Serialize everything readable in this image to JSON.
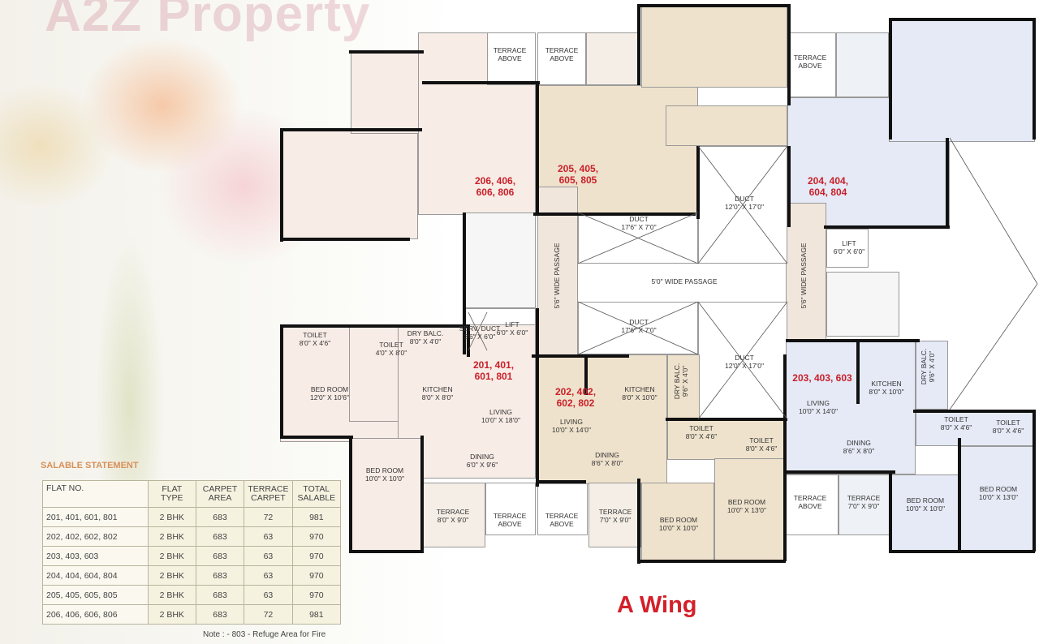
{
  "watermark": "A2Z Property",
  "wing_title": "A Wing",
  "colors": {
    "flat_206_201": "#f8ece6",
    "flat_205_202": "#efe2cc",
    "flat_204_203": "#e5eaf6",
    "unit_number": "#c8202a",
    "title": "#d4202a"
  },
  "labels": [
    {
      "l1": "TERRACE",
      "l2": "ABOVE"
    },
    {
      "l1": "TERRACE",
      "l2": "ABOVE"
    },
    {
      "l1": "TERRACE",
      "l2": "ABOVE"
    },
    {
      "l1": "206, 406,\n606, 806"
    },
    {
      "l1": "205, 405,\n605, 805"
    },
    {
      "l1": "204, 404,\n604, 804"
    },
    {
      "l1": "DUCT",
      "l2": "12'0\" X 17'0\""
    },
    {
      "l1": "DUCT",
      "l2": "17'6\" X 7'0\""
    },
    {
      "l1": "LIFT",
      "l2": "6'0\" X 6'0\""
    },
    {
      "l1": "5'0\" WIDE PASSAGE"
    },
    {
      "l1": "5'6\" WIDE PASSAGE"
    },
    {
      "l1": "5'6\" WIDE PASSAGE"
    },
    {
      "l1": "DUCT",
      "l2": "17'6\" X 7'0\""
    },
    {
      "l1": "DUCT",
      "l2": "12'0\" X 17'0\""
    },
    {
      "l1": "SERV. DUCT",
      "l2": "3'6\" X 6'0\""
    },
    {
      "l1": "LIFT",
      "l2": "6'0\" X 6'0\""
    },
    {
      "l1": "TOILET",
      "l2": "8'0\" X 4'6\""
    },
    {
      "l1": "TOILET",
      "l2": "4'0\" X 8'0\""
    },
    {
      "l1": "DRY BALC.",
      "l2": "8'0\" X 4'0\""
    },
    {
      "l1": "BED ROOM",
      "l2": "12'0\" X 10'6\""
    },
    {
      "l1": "KITCHEN",
      "l2": "8'0\" X 8'0\""
    },
    {
      "l1": "201, 401,\n601, 801"
    },
    {
      "l1": "LIVING",
      "l2": "10'0\" X 18'0\""
    },
    {
      "l1": "DINING",
      "l2": "6'0\" X 9'6\""
    },
    {
      "l1": "BED ROOM",
      "l2": "10'0\" X 10'0\""
    },
    {
      "l1": "TERRACE",
      "l2": "8'0\" X 9'0\""
    },
    {
      "l1": "TERRACE",
      "l2": "ABOVE"
    },
    {
      "l1": "TERRACE",
      "l2": "ABOVE"
    },
    {
      "l1": "202, 402,\n602, 802"
    },
    {
      "l1": "LIVING",
      "l2": "10'0\" X 14'0\""
    },
    {
      "l1": "KITCHEN",
      "l2": "8'0\" X 10'0\""
    },
    {
      "l1": "DRY BALC.",
      "l2": "9'6\" X 4'0\""
    },
    {
      "l1": "TOILET",
      "l2": "8'0\" X 4'6\""
    },
    {
      "l1": "TOILET",
      "l2": "8'0\" X 4'6\""
    },
    {
      "l1": "DINING",
      "l2": "8'6\" X 8'0\""
    },
    {
      "l1": "TERRACE",
      "l2": "7'0\" X 9'0\""
    },
    {
      "l1": "BED ROOM",
      "l2": "10'0\" X 10'0\""
    },
    {
      "l1": "BED ROOM",
      "l2": "10'0\" X 13'0\""
    },
    {
      "l1": "203, 403, 603"
    },
    {
      "l1": "LIVING",
      "l2": "10'0\" X 14'0\""
    },
    {
      "l1": "KITCHEN",
      "l2": "8'0\" X 10'0\""
    },
    {
      "l1": "DRY BALC.",
      "l2": "9'6\" X 4'0\""
    },
    {
      "l1": "TOILET",
      "l2": "8'0\" X 4'6\""
    },
    {
      "l1": "TOILET",
      "l2": "8'0\" X 4'6\""
    },
    {
      "l1": "DINING",
      "l2": "8'6\" X 8'0\""
    },
    {
      "l1": "TERRACE",
      "l2": "ABOVE"
    },
    {
      "l1": "TERRACE",
      "l2": "7'0\" X 9'0\""
    },
    {
      "l1": "BED ROOM",
      "l2": "10'0\" X 10'0\""
    },
    {
      "l1": "BED ROOM",
      "l2": "10'0\" X 13'0\""
    }
  ],
  "salable_statement": {
    "heading": "SALABLE STATEMENT",
    "headers": [
      "FLAT NO.",
      "FLAT TYPE",
      "CARPET AREA",
      "TERRACE CARPET",
      "TOTAL SALABLE"
    ],
    "rows": [
      [
        "201, 401, 601, 801",
        "2 BHK",
        "683",
        "72",
        "981"
      ],
      [
        "202, 402, 602, 802",
        "2 BHK",
        "683",
        "63",
        "970"
      ],
      [
        "203, 403, 603",
        "2 BHK",
        "683",
        "63",
        "970"
      ],
      [
        "204, 404, 604, 804",
        "2 BHK",
        "683",
        "63",
        "970"
      ],
      [
        "205, 405, 605, 805",
        "2 BHK",
        "683",
        "63",
        "970"
      ],
      [
        "206, 406, 606, 806",
        "2 BHK",
        "683",
        "72",
        "981"
      ]
    ],
    "note": "Note : - 803 - Refuge Area for Fire"
  }
}
